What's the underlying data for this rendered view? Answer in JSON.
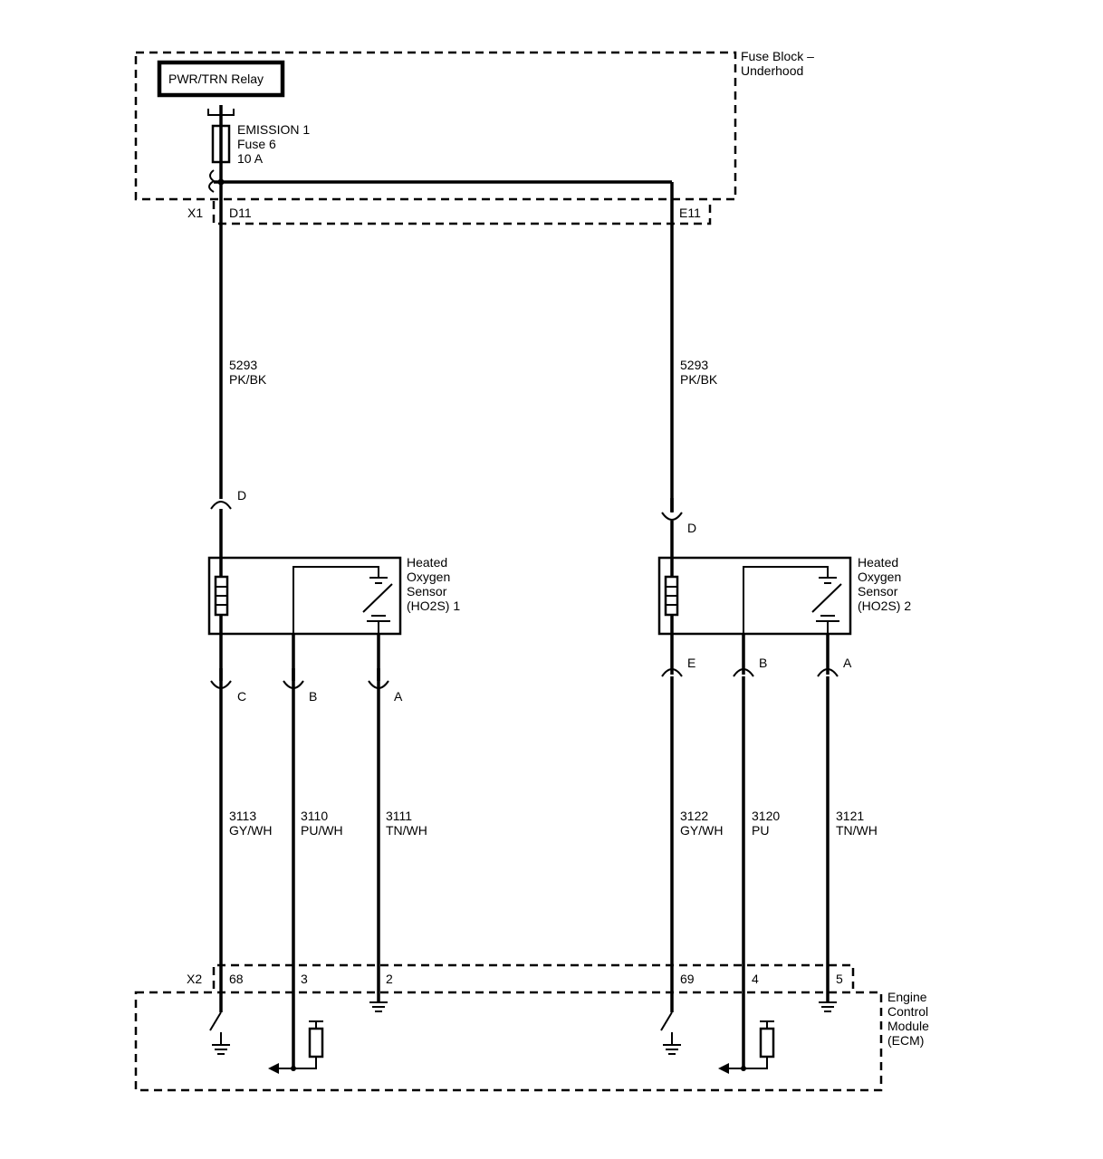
{
  "fuse_block": {
    "title_line1": "Fuse Block –",
    "title_line2": "Underhood",
    "relay_label": "PWR/TRN Relay",
    "fuse_name": "EMISSION 1",
    "fuse_number": "Fuse 6",
    "fuse_rating": "10 A",
    "connector": "X1",
    "pin_left": "D11",
    "pin_right": "E11"
  },
  "wires": {
    "feed_left": {
      "circuit": "5293",
      "color": "PK/BK"
    },
    "feed_right": {
      "circuit": "5293",
      "color": "PK/BK"
    },
    "s1_c": {
      "circuit": "3113",
      "color": "GY/WH"
    },
    "s1_b": {
      "circuit": "3110",
      "color": "PU/WH"
    },
    "s1_a": {
      "circuit": "3111",
      "color": "TN/WH"
    },
    "s2_e": {
      "circuit": "3122",
      "color": "GY/WH"
    },
    "s2_b": {
      "circuit": "3120",
      "color": "PU"
    },
    "s2_a": {
      "circuit": "3121",
      "color": "TN/WH"
    }
  },
  "sensor1": {
    "name_line1": "Heated",
    "name_line2": "Oxygen",
    "name_line3": "Sensor",
    "name_line4": "(HO2S) 1",
    "pin_top": "D",
    "pin_c": "C",
    "pin_b": "B",
    "pin_a": "A"
  },
  "sensor2": {
    "name_line1": "Heated",
    "name_line2": "Oxygen",
    "name_line3": "Sensor",
    "name_line4": "(HO2S) 2",
    "pin_top": "D",
    "pin_e": "E",
    "pin_b": "B",
    "pin_a": "A"
  },
  "ecm": {
    "name_line1": "Engine",
    "name_line2": "Control",
    "name_line3": "Module",
    "name_line4": "(ECM)",
    "connector": "X2",
    "pins": [
      "68",
      "3",
      "2",
      "69",
      "4",
      "5"
    ]
  },
  "icons": [
    "relay-box",
    "fuse-symbol",
    "heater-element",
    "sensor-switch",
    "ground-symbol",
    "pull-up-resistor",
    "signal-arrow",
    "connector-terminal"
  ]
}
